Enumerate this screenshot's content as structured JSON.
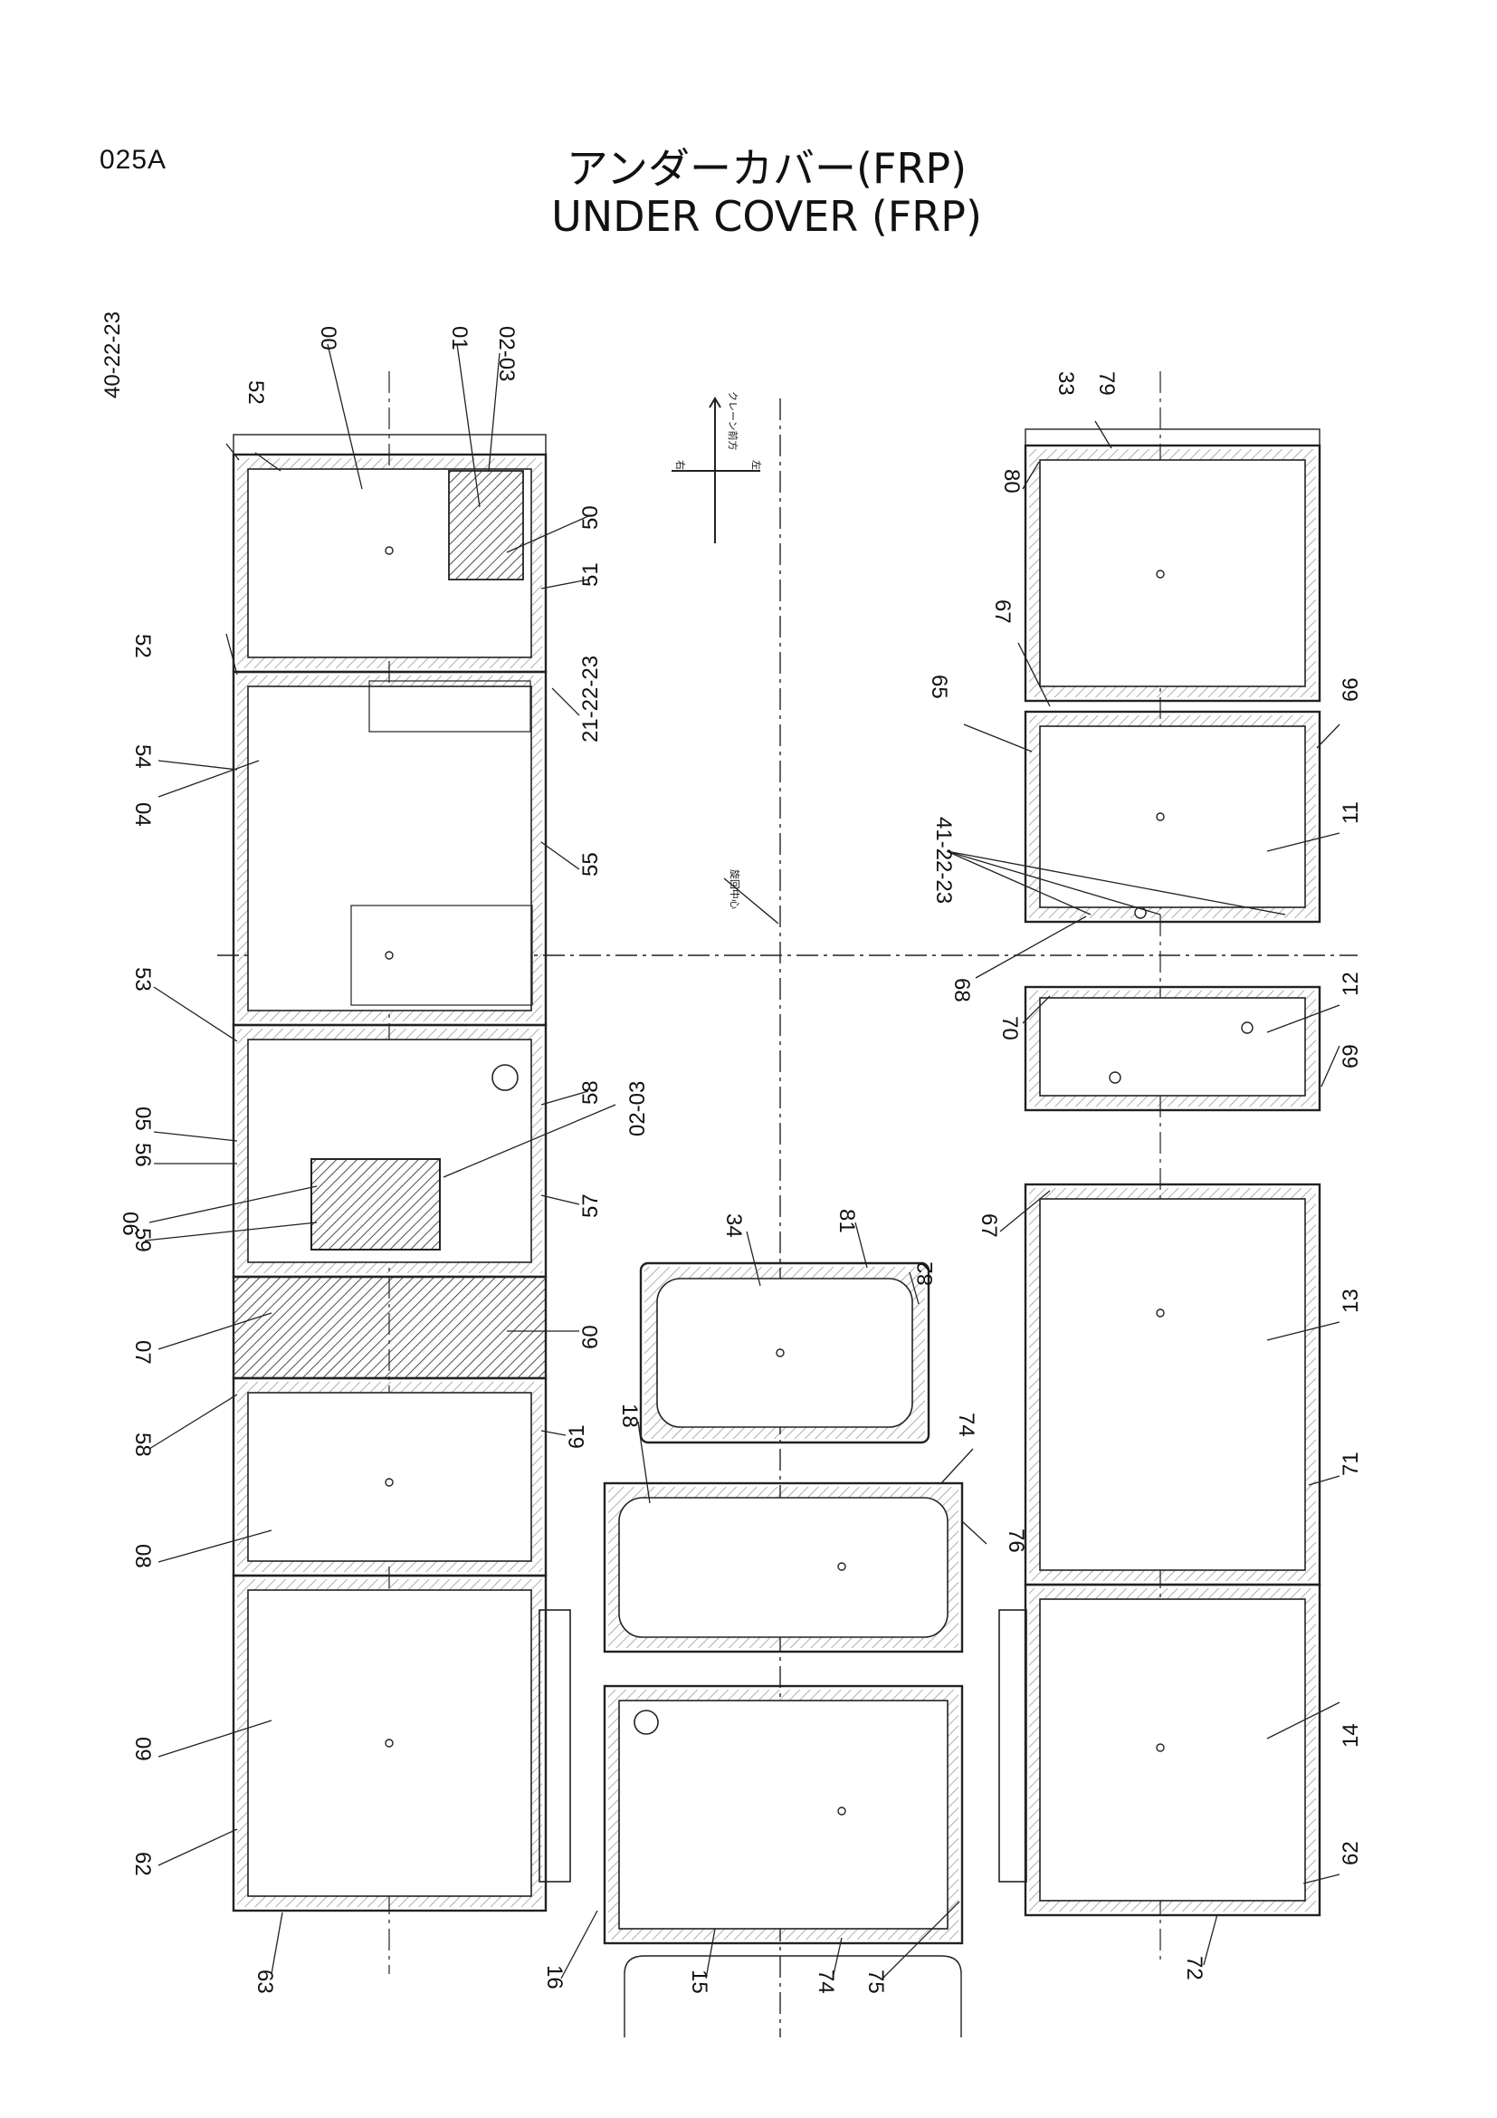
{
  "page": {
    "code": "025A"
  },
  "title": {
    "japanese": "アンダーカバー(FRP)",
    "english": "UNDER COVER (FRP)"
  },
  "orientation_note": "クレーン前方",
  "direction_left": "右",
  "direction_right": "左",
  "centerline_note": "旋回中心",
  "part_labels": [
    "40-22-23",
    "52",
    "00",
    "01",
    "02-03",
    "50",
    "51",
    "52",
    "21-22-23",
    "54",
    "04",
    "55",
    "53",
    "58",
    "02-03",
    "05",
    "56",
    "06",
    "59",
    "57",
    "07",
    "60",
    "58",
    "61",
    "08",
    "09",
    "62",
    "63",
    "34",
    "81",
    "82",
    "18",
    "74",
    "76",
    "16",
    "15",
    "74",
    "75",
    "33",
    "79",
    "80",
    "67",
    "65",
    "66",
    "11",
    "41-22-23",
    "68",
    "70",
    "12",
    "69",
    "67",
    "13",
    "71",
    "14",
    "62",
    "72"
  ]
}
